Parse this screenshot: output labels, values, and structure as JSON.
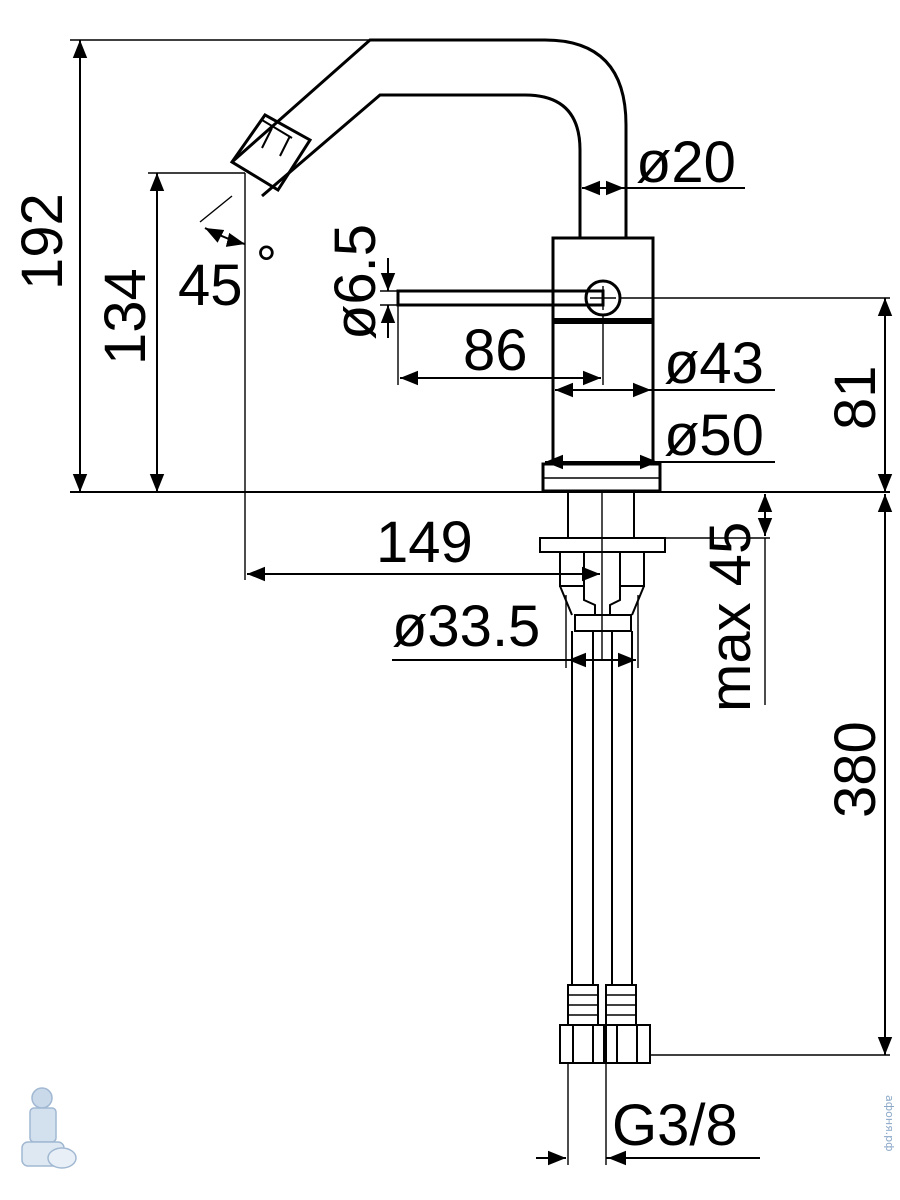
{
  "dimensions": {
    "height_total": "192",
    "height_spout": "134",
    "angle": "45",
    "degree_symbol": "°",
    "lever_dia": "ø6.5",
    "spout_dia": "ø20",
    "lever_length": "86",
    "body_dia": "ø43",
    "base_dia": "ø50",
    "body_height": "81",
    "reach": "149",
    "deck_thickness": "max 45",
    "hole_dia": "ø33.5",
    "hose_length": "380",
    "connection": "G3/8"
  },
  "watermark": {
    "site": "афоня.рф"
  },
  "colors": {
    "line": "#000000",
    "background": "#ffffff",
    "watermark": "#8aa7c7"
  }
}
